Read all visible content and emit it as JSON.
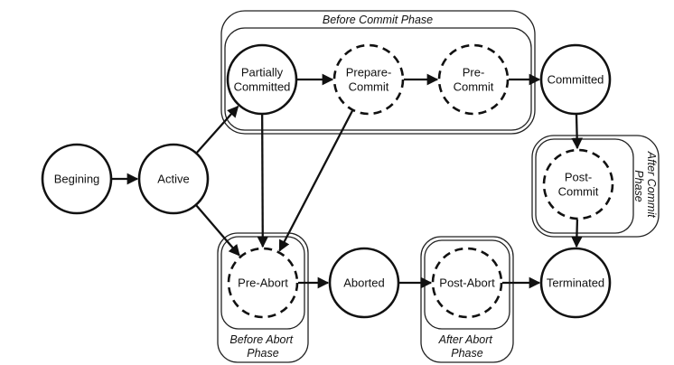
{
  "phases": {
    "before_commit": "Before Commit Phase",
    "after_commit": [
      "After Commit",
      "Phase"
    ],
    "before_abort": [
      "Before Abort",
      "Phase"
    ],
    "after_abort": [
      "After Abort",
      "Phase"
    ]
  },
  "states": {
    "begining": [
      "Begining"
    ],
    "active": [
      "Active"
    ],
    "partially_committed": [
      "Partially",
      "Committed"
    ],
    "prepare_commit": [
      "Prepare-",
      "Commit"
    ],
    "pre_commit": [
      "Pre-",
      "Commit"
    ],
    "committed": [
      "Committed"
    ],
    "post_commit": [
      "Post-",
      "Commit"
    ],
    "pre_abort": [
      "Pre-Abort"
    ],
    "aborted": [
      "Aborted"
    ],
    "post_abort": [
      "Post-Abort"
    ],
    "terminated": [
      "Terminated"
    ]
  },
  "state_styles": {
    "solid": [
      "begining",
      "active",
      "partially_committed",
      "committed",
      "aborted",
      "terminated"
    ],
    "dashed": [
      "prepare_commit",
      "pre_commit",
      "post_commit",
      "pre_abort",
      "post_abort"
    ]
  },
  "transitions": [
    [
      "begining",
      "active"
    ],
    [
      "active",
      "partially_committed"
    ],
    [
      "active",
      "pre_abort"
    ],
    [
      "partially_committed",
      "prepare_commit"
    ],
    [
      "prepare_commit",
      "pre_commit"
    ],
    [
      "pre_commit",
      "committed"
    ],
    [
      "partially_committed",
      "pre_abort"
    ],
    [
      "prepare_commit",
      "pre_abort"
    ],
    [
      "committed",
      "post_commit"
    ],
    [
      "post_commit",
      "terminated"
    ],
    [
      "pre_abort",
      "aborted"
    ],
    [
      "aborted",
      "post_abort"
    ],
    [
      "post_abort",
      "terminated"
    ]
  ]
}
